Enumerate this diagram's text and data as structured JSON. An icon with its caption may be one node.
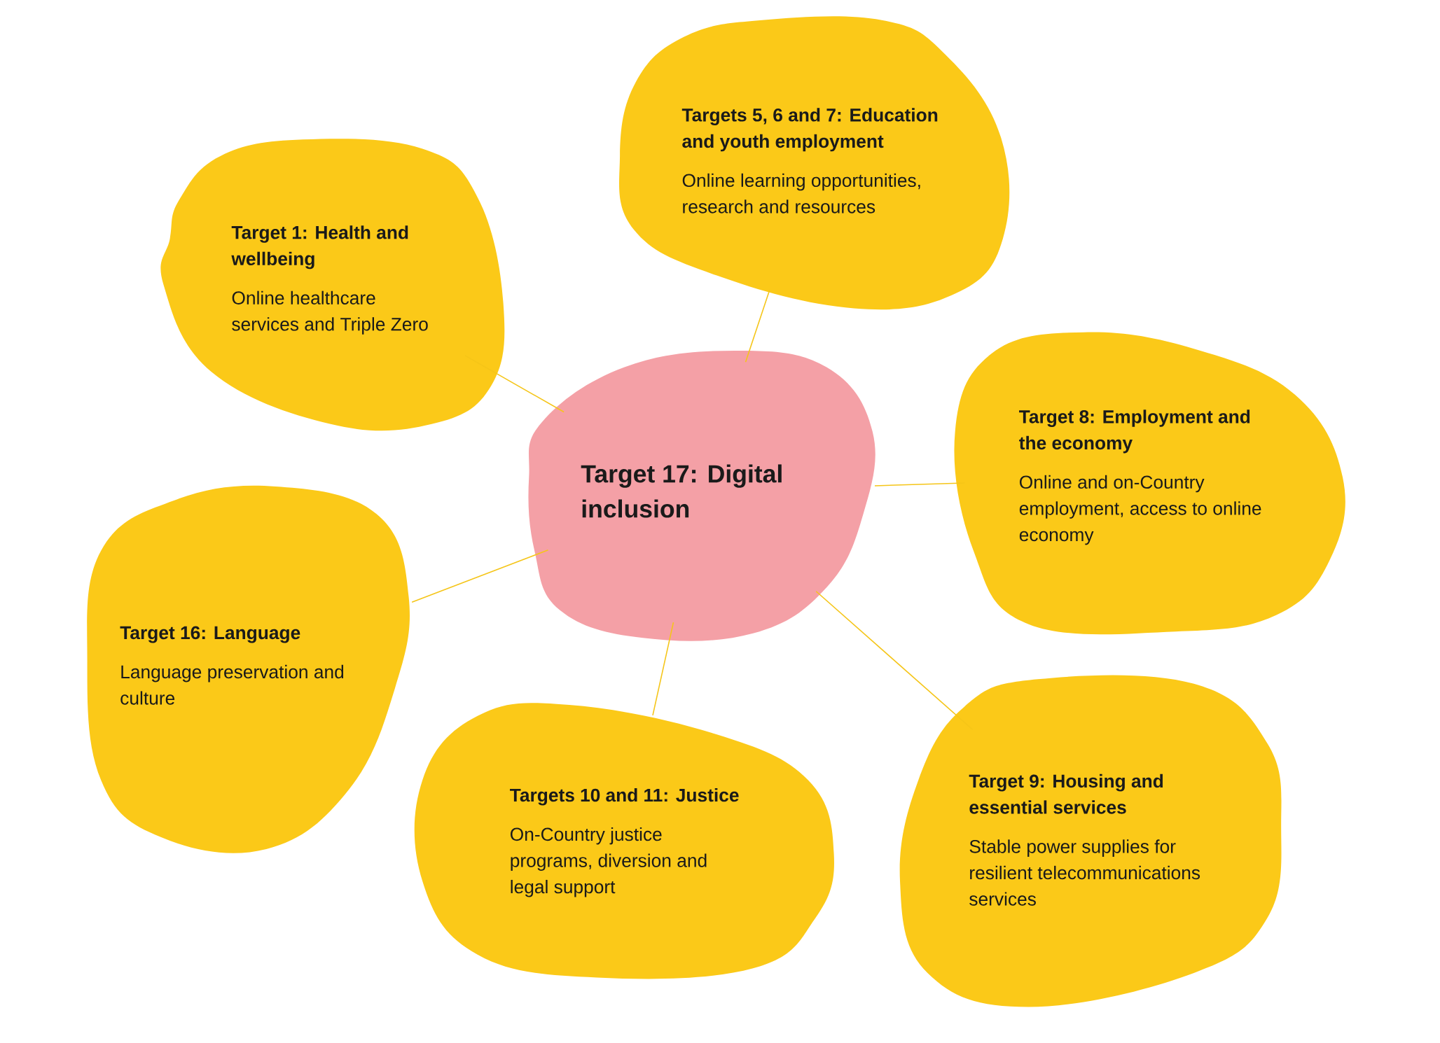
{
  "diagram": {
    "nodes": [
      {
        "text": [
          "Target 17: Digital inclusion"
        ]
      },
      {
        "text": [
          "Target 1: Health and wellbeing",
          "Online healthcare services and Triple Zero"
        ]
      },
      {
        "text": [
          "Targets 5, 6 and 7: Education and youth employment",
          "Online learning opportunities, research and resources"
        ]
      },
      {
        "text": [
          "Target 8: Employment and the economy",
          "Online and on-Country employment, access to online economy"
        ]
      },
      {
        "text": [
          "Target 9: Housing and essential services",
          "Stable power supplies for resilient telecommunications services"
        ]
      },
      {
        "text": [
          "Targets 10 and 11: Justice",
          "On-Country justice programs, diversion and legal support"
        ]
      },
      {
        "text": [
          "Target 16: Language",
          "Language preservation and culture"
        ]
      }
    ],
    "edges": [
      {
        "from": 0,
        "to": 1,
        "arrow": "none"
      },
      {
        "from": 0,
        "to": 2,
        "arrow": "none"
      },
      {
        "from": 0,
        "to": 3,
        "arrow": "none"
      },
      {
        "from": 0,
        "to": 4,
        "arrow": "none"
      },
      {
        "from": 0,
        "to": 5,
        "arrow": "none"
      },
      {
        "from": 0,
        "to": 6,
        "arrow": "none"
      }
    ]
  }
}
